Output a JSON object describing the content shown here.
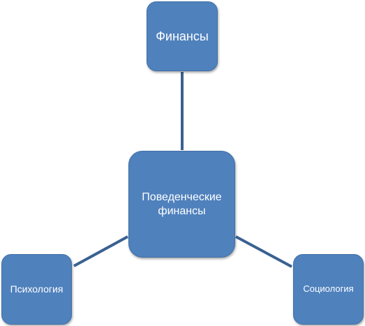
{
  "colors": {
    "node_fill": "#4f81bd",
    "connector": "#3a6190",
    "text": "#ffffff",
    "background": "#ffffff"
  },
  "nodes": {
    "top": {
      "label": "Финансы"
    },
    "center": {
      "label": "Поведенческие финансы"
    },
    "left": {
      "label": "Психология"
    },
    "right": {
      "label": "Социология"
    }
  }
}
